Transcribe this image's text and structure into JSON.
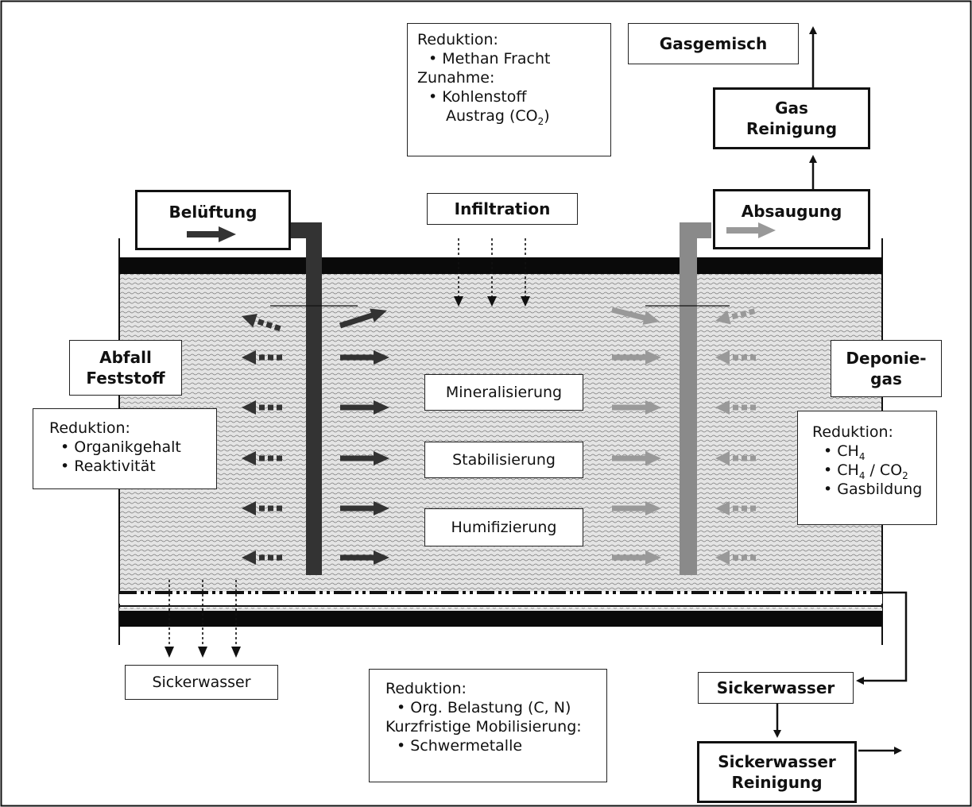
{
  "top_box": {
    "head1": "Reduktion:",
    "item1": "Methan Fracht",
    "head2": "Zunahme:",
    "item2": "Kohlenstoff",
    "item2_cont": "Austrag (CO",
    "item2_sub": "2",
    "item2_end": ")"
  },
  "gasgemisch": "Gasgemisch",
  "gas_reinigung": {
    "line1": "Gas",
    "line2": "Reinigung"
  },
  "belueftung": "Belüftung",
  "infiltration": "Infiltration",
  "absaugung": "Absaugung",
  "abfall": {
    "line1": "Abfall",
    "line2": "Feststoff"
  },
  "deponiegas": {
    "line1": "Deponie-",
    "line2": "gas"
  },
  "left_box": {
    "head": "Reduktion:",
    "items": [
      "Organikgehalt",
      "Reaktivität"
    ]
  },
  "right_box": {
    "head": "Reduktion:",
    "item1_main": "CH",
    "item1_sub": "4",
    "item2_a": "CH",
    "item2_a_sub": "4",
    "item2_b": " / CO",
    "item2_b_sub": "2",
    "item3": "Gasbildung"
  },
  "process_labels": [
    "Mineralisierung",
    "Stabilisierung",
    "Humifizierung"
  ],
  "sickerwasser_left": "Sickerwasser",
  "bottom_box": {
    "head1": "Reduktion:",
    "item1": "Org. Belastung (C, N)",
    "head2": "Kurzfristige Mobilisierung:",
    "item2": "Schwermetalle"
  },
  "sickerwasser_right": "Sickerwasser",
  "sickerwasser_reinigung": {
    "line1": "Sickerwasser",
    "line2": "Reinigung"
  },
  "colors": {
    "dark_pipe": "#333333",
    "gray_pipe": "#8a8a8a",
    "dark_arrow": "#333333",
    "gray_arrow": "#999999",
    "layer_black": "#0a0a0a",
    "waste_fill": "#dddddd"
  }
}
